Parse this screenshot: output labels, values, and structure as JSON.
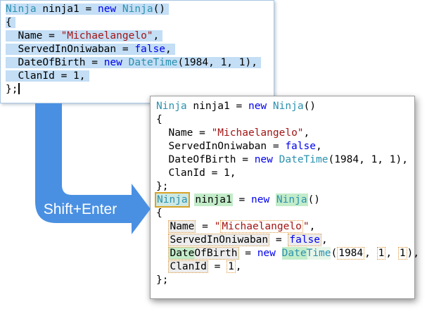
{
  "colors": {
    "type": "#2b91af",
    "keyword": "#0000ee",
    "string": "#a31515",
    "selection": "#c3def5",
    "green": "#c3ecc9",
    "green_faint": "#e7f5e9",
    "gray_bg": "#ececec",
    "dot": "#e09a3e",
    "gold_border": "#d7a327",
    "gold_bg": "#cde8e3",
    "arrow": "#4a90e2",
    "arrow_text": "#ffffff"
  },
  "arrow": {
    "label": "Shift+Enter"
  },
  "panels": {
    "before": {
      "lines": [
        {
          "selected": true,
          "segments": [
            {
              "t": "Ninja",
              "c": "type"
            },
            {
              "t": " ninja1 = "
            },
            {
              "t": "new",
              "c": "kw"
            },
            {
              "t": " "
            },
            {
              "t": "Ninja",
              "c": "type"
            },
            {
              "t": "()"
            }
          ]
        },
        {
          "selected": true,
          "segments": [
            {
              "t": "{"
            }
          ]
        },
        {
          "selected": true,
          "segments": [
            {
              "t": "  Name = "
            },
            {
              "t": "\"Michaelangelo\"",
              "c": "str"
            },
            {
              "t": ","
            }
          ]
        },
        {
          "selected": true,
          "segments": [
            {
              "t": "  ServedInOniwaban = "
            },
            {
              "t": "false",
              "c": "kw"
            },
            {
              "t": ","
            }
          ]
        },
        {
          "selected": true,
          "segments": [
            {
              "t": "  DateOfBirth = "
            },
            {
              "t": "new",
              "c": "kw"
            },
            {
              "t": " "
            },
            {
              "t": "DateTime",
              "c": "type"
            },
            {
              "t": "(1984, 1, 1),"
            }
          ]
        },
        {
          "selected": true,
          "segments": [
            {
              "t": "  ClanId = 1,"
            }
          ]
        },
        {
          "caret": true,
          "segments": [
            {
              "t": "};"
            }
          ]
        }
      ]
    },
    "after": {
      "lines": [
        {
          "segments": [
            {
              "t": "Ninja",
              "c": "type"
            },
            {
              "t": " ninja1 = "
            },
            {
              "t": "new",
              "c": "kw"
            },
            {
              "t": " "
            },
            {
              "t": "Ninja",
              "c": "type"
            },
            {
              "t": "()"
            }
          ]
        },
        {
          "segments": [
            {
              "t": "{"
            }
          ]
        },
        {
          "segments": [
            {
              "t": "  Name = "
            },
            {
              "t": "\"Michaelangelo\"",
              "c": "str"
            },
            {
              "t": ","
            }
          ]
        },
        {
          "segments": [
            {
              "t": "  ServedInOniwaban = "
            },
            {
              "t": "false",
              "c": "kw"
            },
            {
              "t": ","
            }
          ]
        },
        {
          "segments": [
            {
              "t": "  DateOfBirth = "
            },
            {
              "t": "new",
              "c": "kw"
            },
            {
              "t": " "
            },
            {
              "t": "DateTime",
              "c": "type"
            },
            {
              "t": "(1984, 1, 1),"
            }
          ]
        },
        {
          "segments": [
            {
              "t": "  ClanId = 1,"
            }
          ]
        },
        {
          "segments": [
            {
              "t": "};"
            }
          ]
        },
        {
          "segments": [
            {
              "t": "Ninja",
              "c": "type",
              "m": "gold"
            },
            {
              "t": " "
            },
            {
              "t": "ninja1",
              "m": "green"
            },
            {
              "t": " = "
            },
            {
              "t": "new",
              "c": "kw"
            },
            {
              "t": " "
            },
            {
              "t": "Ninja",
              "c": "type",
              "m": "green"
            },
            {
              "t": "()"
            }
          ]
        },
        {
          "segments": [
            {
              "t": "{"
            }
          ]
        },
        {
          "segments": [
            {
              "t": "  "
            },
            {
              "t": "Name",
              "m": "graydot"
            },
            {
              "t": " = "
            },
            {
              "t": "\"",
              "c": "str"
            },
            {
              "t": "Michaelangelo",
              "c": "str",
              "m": "whitedot"
            },
            {
              "t": "\"",
              "c": "str"
            },
            {
              "t": ","
            }
          ]
        },
        {
          "segments": [
            {
              "t": "  "
            },
            {
              "t": "ServedInOniwaban",
              "m": "graydot"
            },
            {
              "t": " = "
            },
            {
              "t": "false",
              "c": "kw",
              "m": "graydot"
            },
            {
              "t": ","
            }
          ]
        },
        {
          "segments": [
            {
              "t": "  "
            },
            {
              "t": "DateOfBirth",
              "m": "greendot"
            },
            {
              "t": " = "
            },
            {
              "t": "new",
              "c": "kw"
            },
            {
              "t": " "
            },
            {
              "t": "DateTime",
              "c": "type",
              "m": "greenfade"
            },
            {
              "t": "("
            },
            {
              "t": "1984",
              "m": "whitedot"
            },
            {
              "t": ", "
            },
            {
              "t": "1",
              "m": "whitedot"
            },
            {
              "t": ", "
            },
            {
              "t": "1",
              "m": "whitedot"
            },
            {
              "t": "),"
            }
          ]
        },
        {
          "segments": [
            {
              "t": "  "
            },
            {
              "t": "ClanId",
              "m": "graydot"
            },
            {
              "t": " = "
            },
            {
              "t": "1",
              "m": "whitedot"
            },
            {
              "t": ","
            }
          ]
        },
        {
          "segments": [
            {
              "t": "};"
            }
          ]
        }
      ]
    }
  }
}
